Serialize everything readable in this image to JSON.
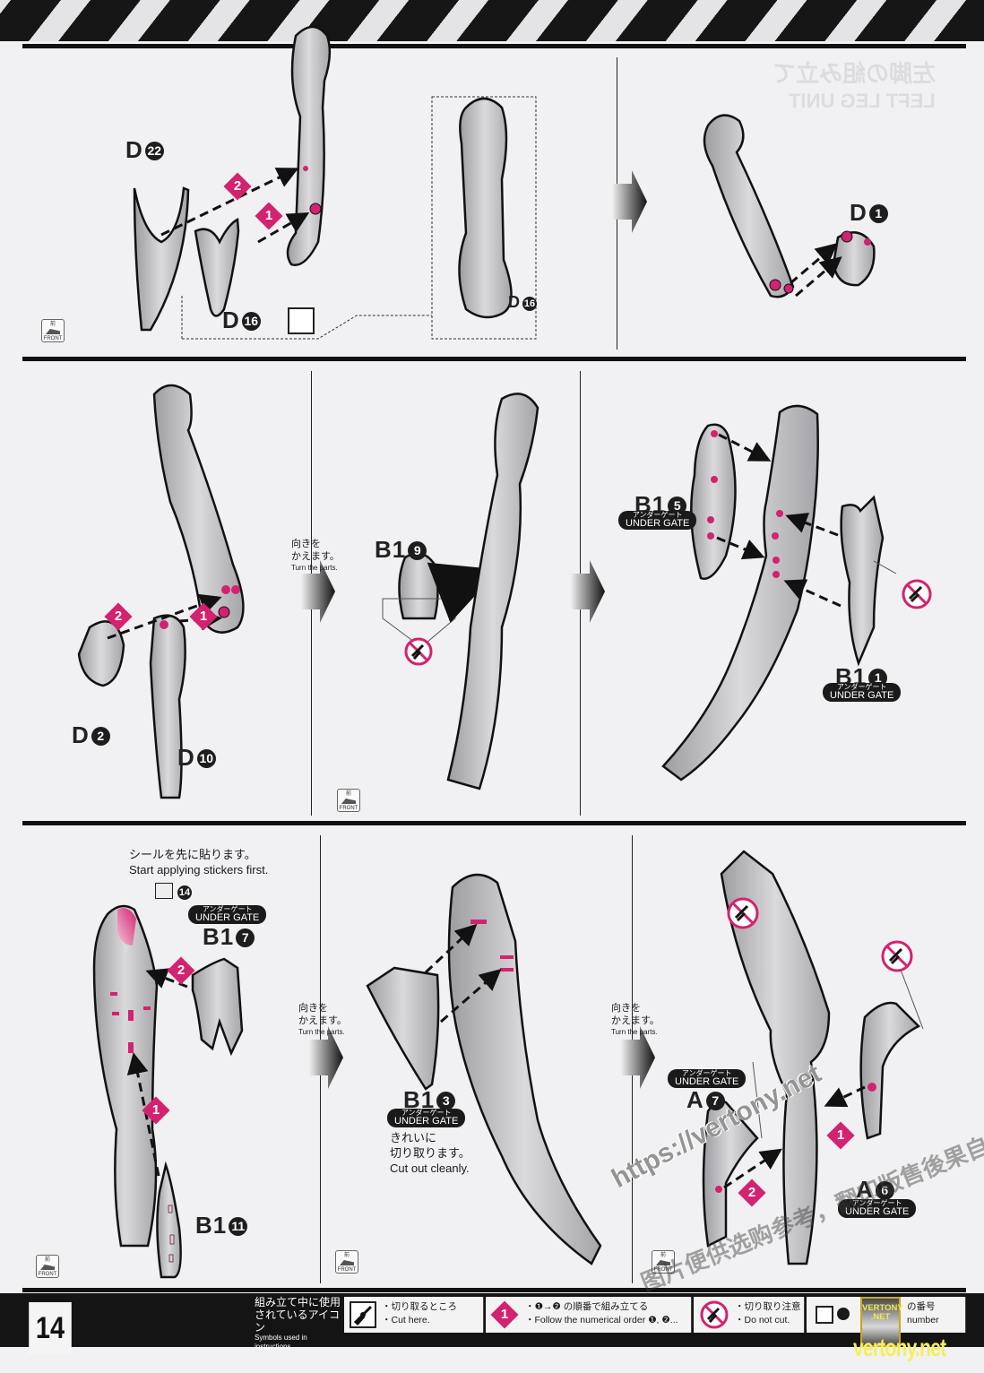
{
  "page": {
    "number": "14"
  },
  "ghost_header": {
    "jp": "左脚の組み立て",
    "en": "LEFT LEG UNIT"
  },
  "panel1": {
    "parts": [
      {
        "name": "D",
        "num": "22"
      },
      {
        "name": "D",
        "num": "16"
      },
      {
        "name": "D",
        "num": "16"
      },
      {
        "name": "D",
        "num": "1"
      }
    ],
    "steps": [
      "2",
      "1"
    ]
  },
  "panel2": {
    "parts": [
      {
        "name": "D",
        "num": "2"
      },
      {
        "name": "D",
        "num": "10"
      },
      {
        "name": "B1",
        "num": "9"
      },
      {
        "name": "B1",
        "num": "5"
      },
      {
        "name": "B1",
        "num": "1"
      }
    ],
    "steps": [
      "2",
      "1"
    ],
    "turn": {
      "jp_line1": "向きを",
      "jp_line2": "かえます。",
      "en": "Turn the parts."
    }
  },
  "panel3": {
    "sticker_note": {
      "jp": "シールを先に貼ります。",
      "en": "Start applying stickers first.",
      "sticker_no": "14"
    },
    "parts": [
      {
        "name": "B1",
        "num": "7"
      },
      {
        "name": "B1",
        "num": "11"
      },
      {
        "name": "B1",
        "num": "3"
      },
      {
        "name": "A",
        "num": "7"
      },
      {
        "name": "A",
        "num": "6"
      }
    ],
    "steps": [
      "2",
      "1",
      "1",
      "2"
    ],
    "cut_note": {
      "jp_line1": "きれいに",
      "jp_line2": "切り取ります。",
      "en": "Cut out cleanly."
    },
    "turn": {
      "jp_line1": "向きを",
      "jp_line2": "かえます。",
      "en": "Turn the parts."
    }
  },
  "labels": {
    "under_gate_jp": "アンダーゲート",
    "under_gate_en": "UNDER GATE",
    "front_jp": "前",
    "front_en": "FRONT"
  },
  "legend": {
    "title_jp_1": "組み立て中に使用",
    "title_jp_2": "されているアイコン",
    "title_en": "Symbols used in instructions",
    "items": [
      {
        "icon": "nipper-icon",
        "jp": "・切り取るところ",
        "en": "・Cut here."
      },
      {
        "icon": "step-diamond-icon",
        "badge": "1",
        "jp": "・❶→❷ の順番で組み立てる",
        "en": "・Follow the numerical order ❶, ❷..."
      },
      {
        "icon": "no-cut-icon",
        "jp": "・切り取り注意",
        "en": "・Do not cut."
      },
      {
        "icon": "sticker-icon",
        "jp": "の番号",
        "en": "number"
      }
    ]
  },
  "watermark": {
    "url": "https://vertony.net",
    "badge_1": "VERTONY",
    "badge_2": ".NET",
    "brand": "vertony.net",
    "cn": "图片便供选购参考，翻印版售後果自负"
  },
  "colors": {
    "accent": "#d3226f",
    "ink": "#141414",
    "paper": "#f1f1f3",
    "part_gray": "#b9b9bc"
  }
}
